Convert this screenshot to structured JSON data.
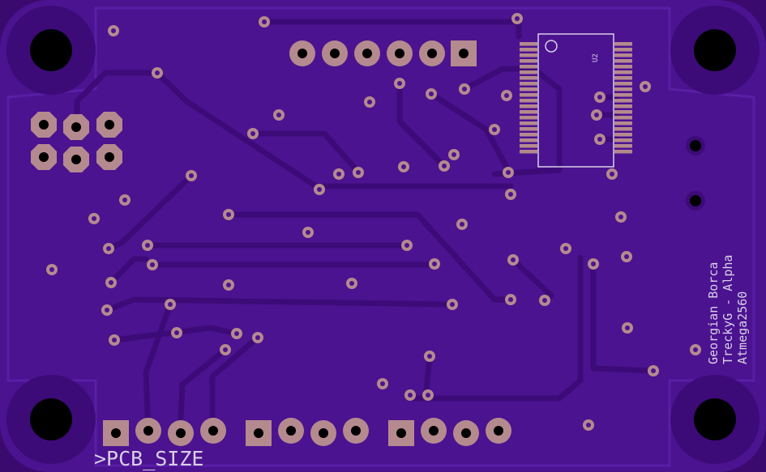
{
  "board": {
    "colors": {
      "background": "#3a0a6e",
      "board_fill": "#4b1390",
      "pour_edge": "#5a1ea6",
      "trace": "#3d0b78",
      "pad": "#b58a8e",
      "hole": "#000000",
      "silk": "#d9d0e6"
    },
    "silkscreen": {
      "pcb_size_label": ">PCB_SIZE",
      "author": "Georgian Borca",
      "project": "TreckyG - Alpha",
      "mcu": "Atmega2560",
      "ic_designator": "U2"
    }
  }
}
